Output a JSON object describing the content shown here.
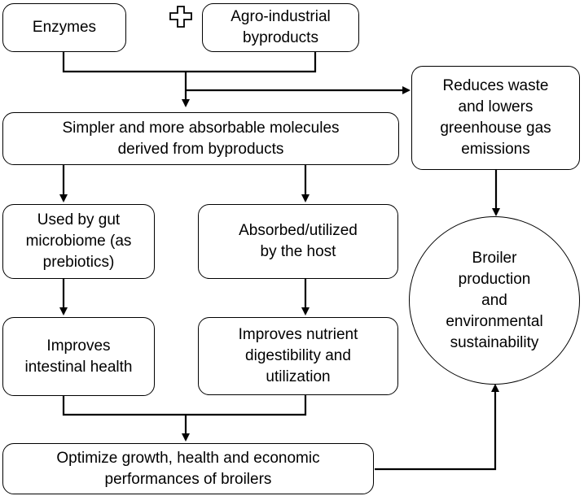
{
  "nodes": {
    "enzymes": "Enzymes",
    "byproducts": "Agro-industrial\nbyproducts",
    "molecules": "Simpler and more absorbable molecules\nderived from byproducts",
    "reduces_waste": "Reduces waste\nand lowers\ngreenhouse gas\nemissions",
    "gut_microbiome": "Used by gut\nmicrobiome (as\nprebiotics)",
    "absorbed_host": "Absorbed/utilized\nby the host",
    "intestinal_health": "Improves\nintestinal health",
    "nutrient_digestibility": "Improves nutrient\ndigestibility and\nutilization",
    "optimize_growth": "Optimize growth, health and economic\nperformances of broilers",
    "broiler_sustainability": "Broiler\nproduction\nand\nenvironmental\nsustainability"
  }
}
